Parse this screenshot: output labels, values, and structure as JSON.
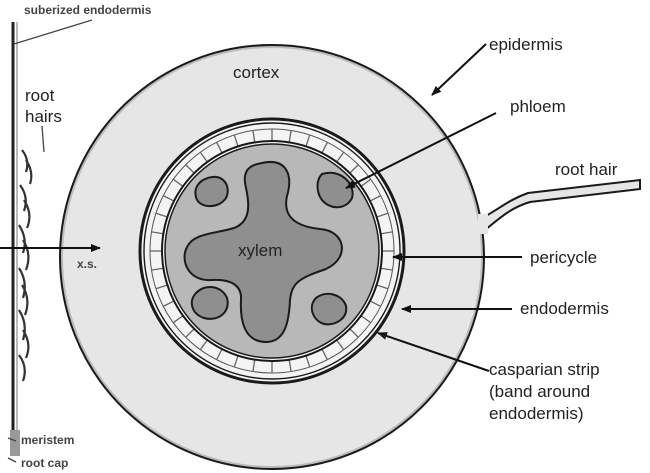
{
  "diagram": {
    "labels": {
      "suberized_endodermis": "suberized endodermis",
      "epidermis": "epidermis",
      "cortex": "cortex",
      "root_hairs_line1": "root",
      "root_hairs_line2": "hairs",
      "phloem": "phloem",
      "root_hair": "root hair",
      "xylem": "xylem",
      "xs": "x.s.",
      "pericycle": "pericycle",
      "endodermis": "endodermis",
      "casparian_line1": "casparian strip",
      "casparian_line2": "(band around",
      "casparian_line3": "endodermis)",
      "meristem": "meristem",
      "root_cap": "root cap"
    },
    "colors": {
      "cortex_fill": "#e6e6e6",
      "stele_fill": "#b8b8b8",
      "xylem_fill": "#8f8f8f",
      "outline": "#1a1a1a",
      "band_fill": "#f2f2f2"
    }
  }
}
